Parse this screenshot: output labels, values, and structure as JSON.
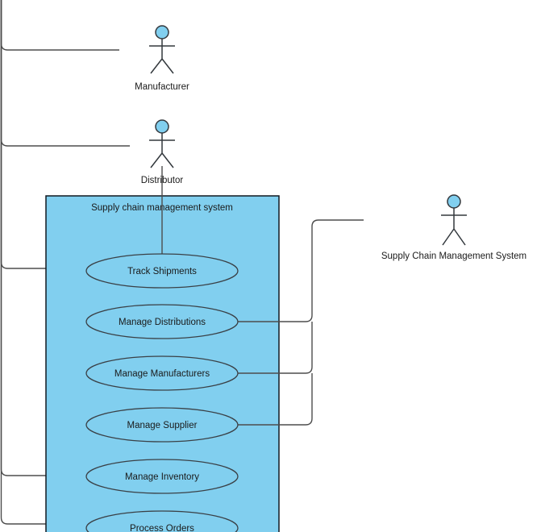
{
  "system": {
    "title": "Supply chain management system",
    "usecases": [
      {
        "label": "Track Shipments"
      },
      {
        "label": "Manage Distributions"
      },
      {
        "label": "Manage Manufacturers"
      },
      {
        "label": "Manage Supplier"
      },
      {
        "label": "Manage Inventory"
      },
      {
        "label": "Process Orders"
      }
    ]
  },
  "actors": [
    {
      "label": "Manufacturer"
    },
    {
      "label": "Distributor"
    },
    {
      "label": "Supply Chain Management System"
    }
  ],
  "colors": {
    "shape_fill": "#81CFEF",
    "background": "#ffffff"
  }
}
